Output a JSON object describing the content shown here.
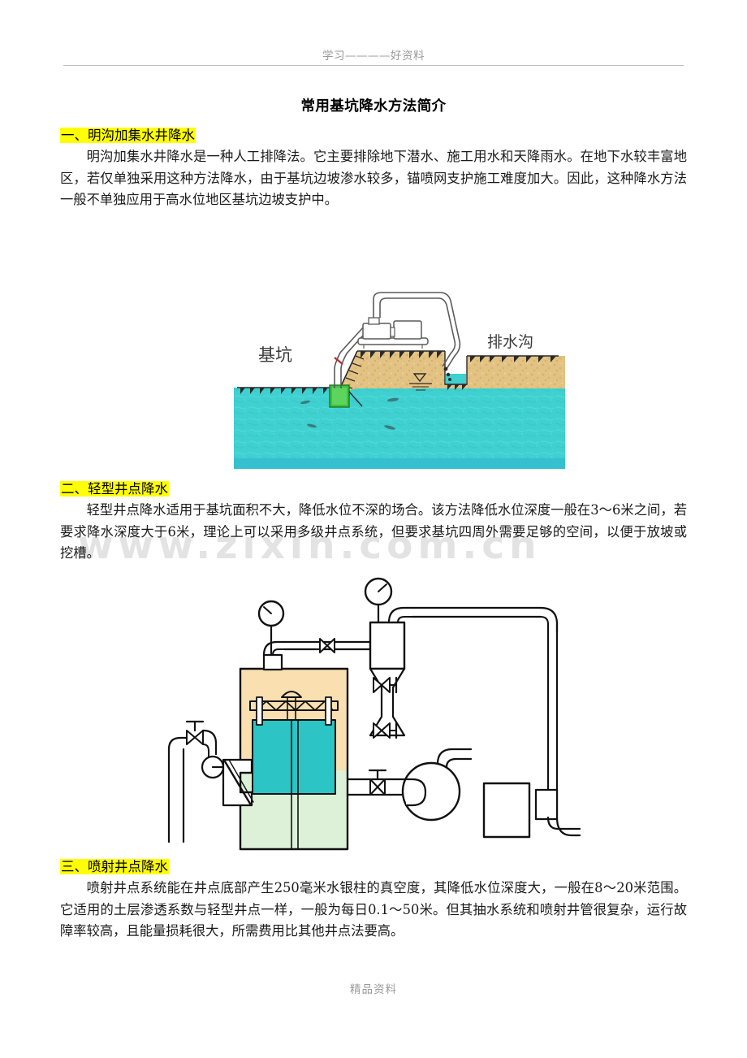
{
  "header": {
    "text": "学习————好资料"
  },
  "title": "常用基坑降水方法简介",
  "watermark": "www.zixin.com.cn",
  "sections": [
    {
      "heading": "一、明沟加集水井降水",
      "body": "明沟加集水井降水是一种人工排降法。它主要排除地下潜水、施工用水和天降雨水。在地下水较丰富地区，若仅单独采用这种方法降水，由于基坑边坡渗水较多，锚喷网支护施工难度加大。因此，这种降水方法一般不单独应用于高水位地区基坑边坡支护中。"
    },
    {
      "heading": "二、轻型井点降水",
      "body": "轻型井点降水适用于基坑面积不大，降低水位不深的场合。该方法降低水位深度一般在3～6米之间，若要求降水深度大于6米，理论上可以采用多级井点系统，但要求基坑四周外需要足够的空间，以便于放坡或挖槽。"
    },
    {
      "heading": "三、喷射井点降水",
      "body": "喷射井点系统能在井点底部产生250毫米水银柱的真空度，其降低水位深度大，一般在8～20米范围。它适用的土层渗透系数与轻型井点一样，一般为每日0.1～50米。但其抽水系统和喷射井管很复杂，运行故障率较高，且能量损耗很大，所需费用比其他井点法要高。"
    }
  ],
  "figure_ditch": {
    "label_pit": "基坑",
    "label_ditch": "排水沟",
    "colors": {
      "water": "#3fd0d0",
      "water_deep": "#35c0cf",
      "soil": "#e3c383",
      "sump": "#3cc43c",
      "outline": "#4a4a4a"
    }
  },
  "figure_wellpoint": {
    "colors": {
      "tank_top": "#fadfb0",
      "tank_water": "#2cc4c4",
      "tank_bottom": "#ddf0d8",
      "outline": "#1a1a1a"
    }
  },
  "footer": "精品资料"
}
